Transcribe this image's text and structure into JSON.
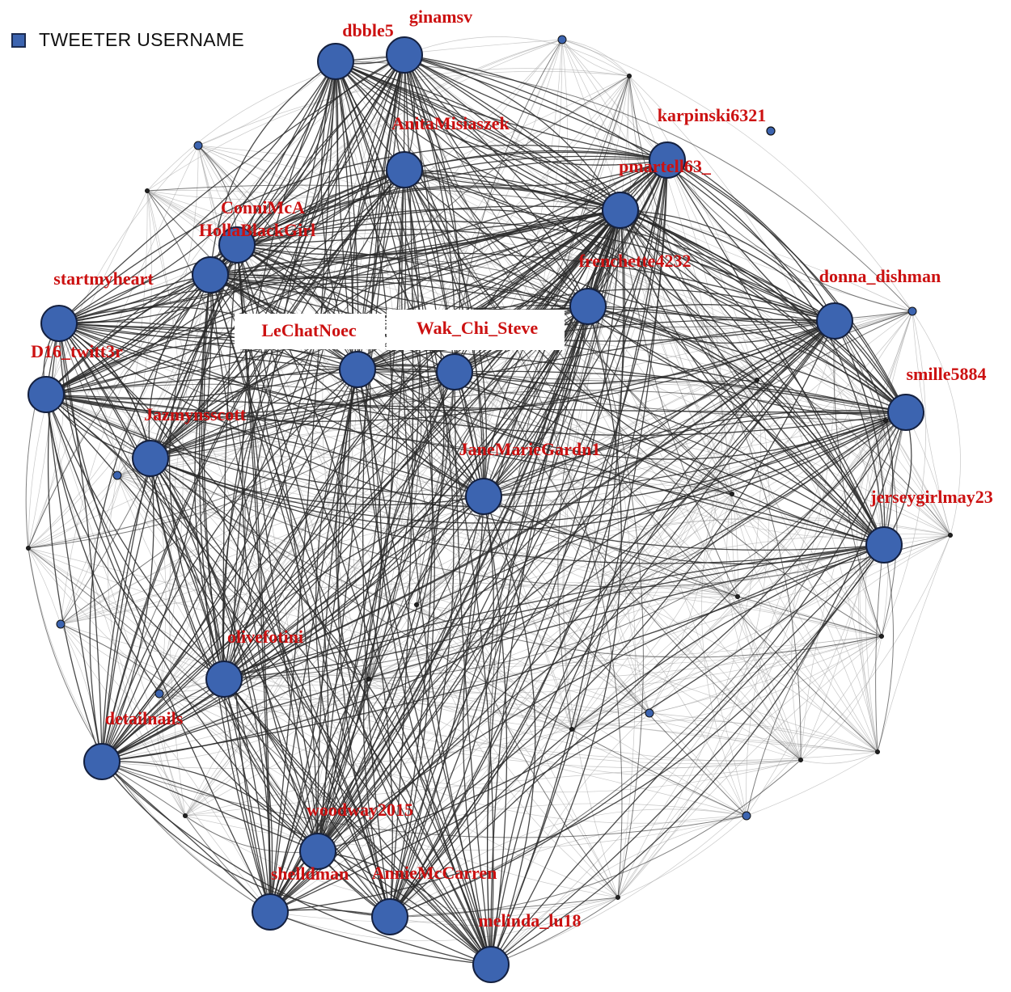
{
  "legend": {
    "label": "TWEETER USERNAME",
    "color": "#3c64b0"
  },
  "colors": {
    "node": "#3c64b0",
    "node_stroke": "#14203f",
    "label": "#cc1111",
    "strong_edge": "#2a2a2a",
    "weak_edge": "#9a9a9a"
  },
  "nodes": [
    {
      "id": "dbble5",
      "label": "dbble5",
      "size": "large"
    },
    {
      "id": "ginamsv",
      "label": "ginamsv",
      "size": "large"
    },
    {
      "id": "AnitaMisiaszek",
      "label": "AnitaMisiaszek",
      "size": "large"
    },
    {
      "id": "karpinski6321",
      "label": "karpinski6321",
      "size": "small"
    },
    {
      "id": "pmartell63_",
      "label": "pmartell63_",
      "size": "large"
    },
    {
      "id": "ConniMcA",
      "label": "ConniMcA",
      "size": "large"
    },
    {
      "id": "HollaBlackGirl",
      "label": "HollaBlackGirl",
      "size": "large"
    },
    {
      "id": "frenchette4232",
      "label": "frenchette4232",
      "size": "large"
    },
    {
      "id": "startmyheart",
      "label": "startmyheart",
      "size": "large"
    },
    {
      "id": "donna_dishman",
      "label": "donna_dishman",
      "size": "large"
    },
    {
      "id": "LeChatNoec",
      "label": "LeChatNoec",
      "size": "large"
    },
    {
      "id": "Wak_Chi_Steve",
      "label": "Wak_Chi_Steve",
      "size": "large"
    },
    {
      "id": "D16_twitt3r",
      "label": "D16_twitt3r",
      "size": "large"
    },
    {
      "id": "smille5884",
      "label": "smille5884",
      "size": "large"
    },
    {
      "id": "Jazmynsscott",
      "label": "Jazmynsscott",
      "size": "large"
    },
    {
      "id": "JaneMarieGardn1",
      "label": "JaneMarieGardn1",
      "size": "large"
    },
    {
      "id": "jerseygirlmay23",
      "label": "jerseygirlmay23",
      "size": "large"
    },
    {
      "id": "olivefotini",
      "label": "olivefotini",
      "size": "large"
    },
    {
      "id": "detailnails",
      "label": "detailnails",
      "size": "large"
    },
    {
      "id": "woodway2015",
      "label": "woodway2015",
      "size": "large"
    },
    {
      "id": "shelldman",
      "label": "shelldman",
      "size": "large"
    },
    {
      "id": "AnnieMcCarren",
      "label": "AnnieMcCarren",
      "size": "large"
    },
    {
      "id": "melinda_lu18",
      "label": "melinda_lu18",
      "size": "large"
    }
  ]
}
